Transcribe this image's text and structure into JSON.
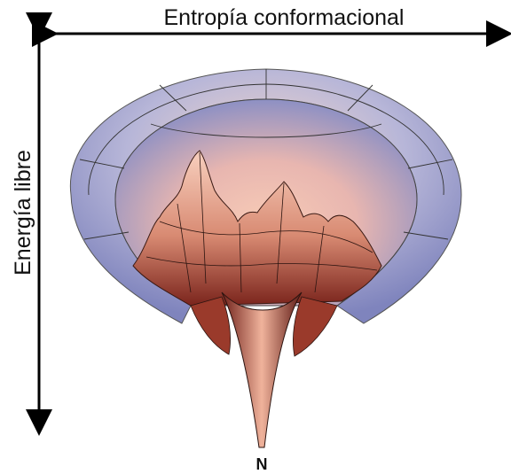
{
  "diagram": {
    "x_axis_label": "Entropía conformacional",
    "y_axis_label": "Energía libre",
    "minimum_label": "N"
  },
  "colors": {
    "funnel_outer": "#8e92c6",
    "funnel_inner": "#f3c9b4",
    "peak_light": "#f6c7b3",
    "peak_dark": "#8a2e22",
    "arrow": "#000000"
  }
}
